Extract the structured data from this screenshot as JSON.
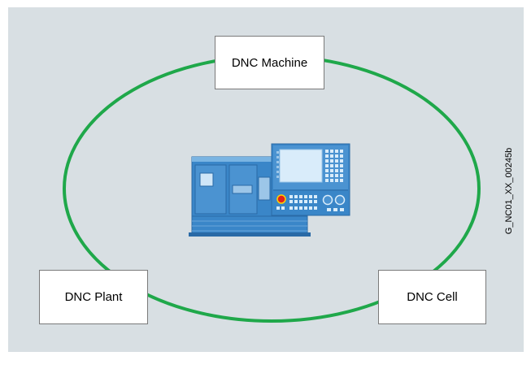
{
  "nodes": {
    "machine": "DNC Machine",
    "plant": "DNC Plant",
    "cell": "DNC Cell"
  },
  "document_id": "G_NC01_XX_00245b",
  "colors": {
    "background": "#d8dfe3",
    "cycle_line": "#1fa84a",
    "machine_blue": "#3a86c8",
    "machine_light": "#9cc6e8",
    "screen": "#d9ecfa",
    "emergency_button": "#e2231a"
  },
  "icons": [
    "cnc-machine-tool-icon",
    "operator-panel-icon"
  ]
}
